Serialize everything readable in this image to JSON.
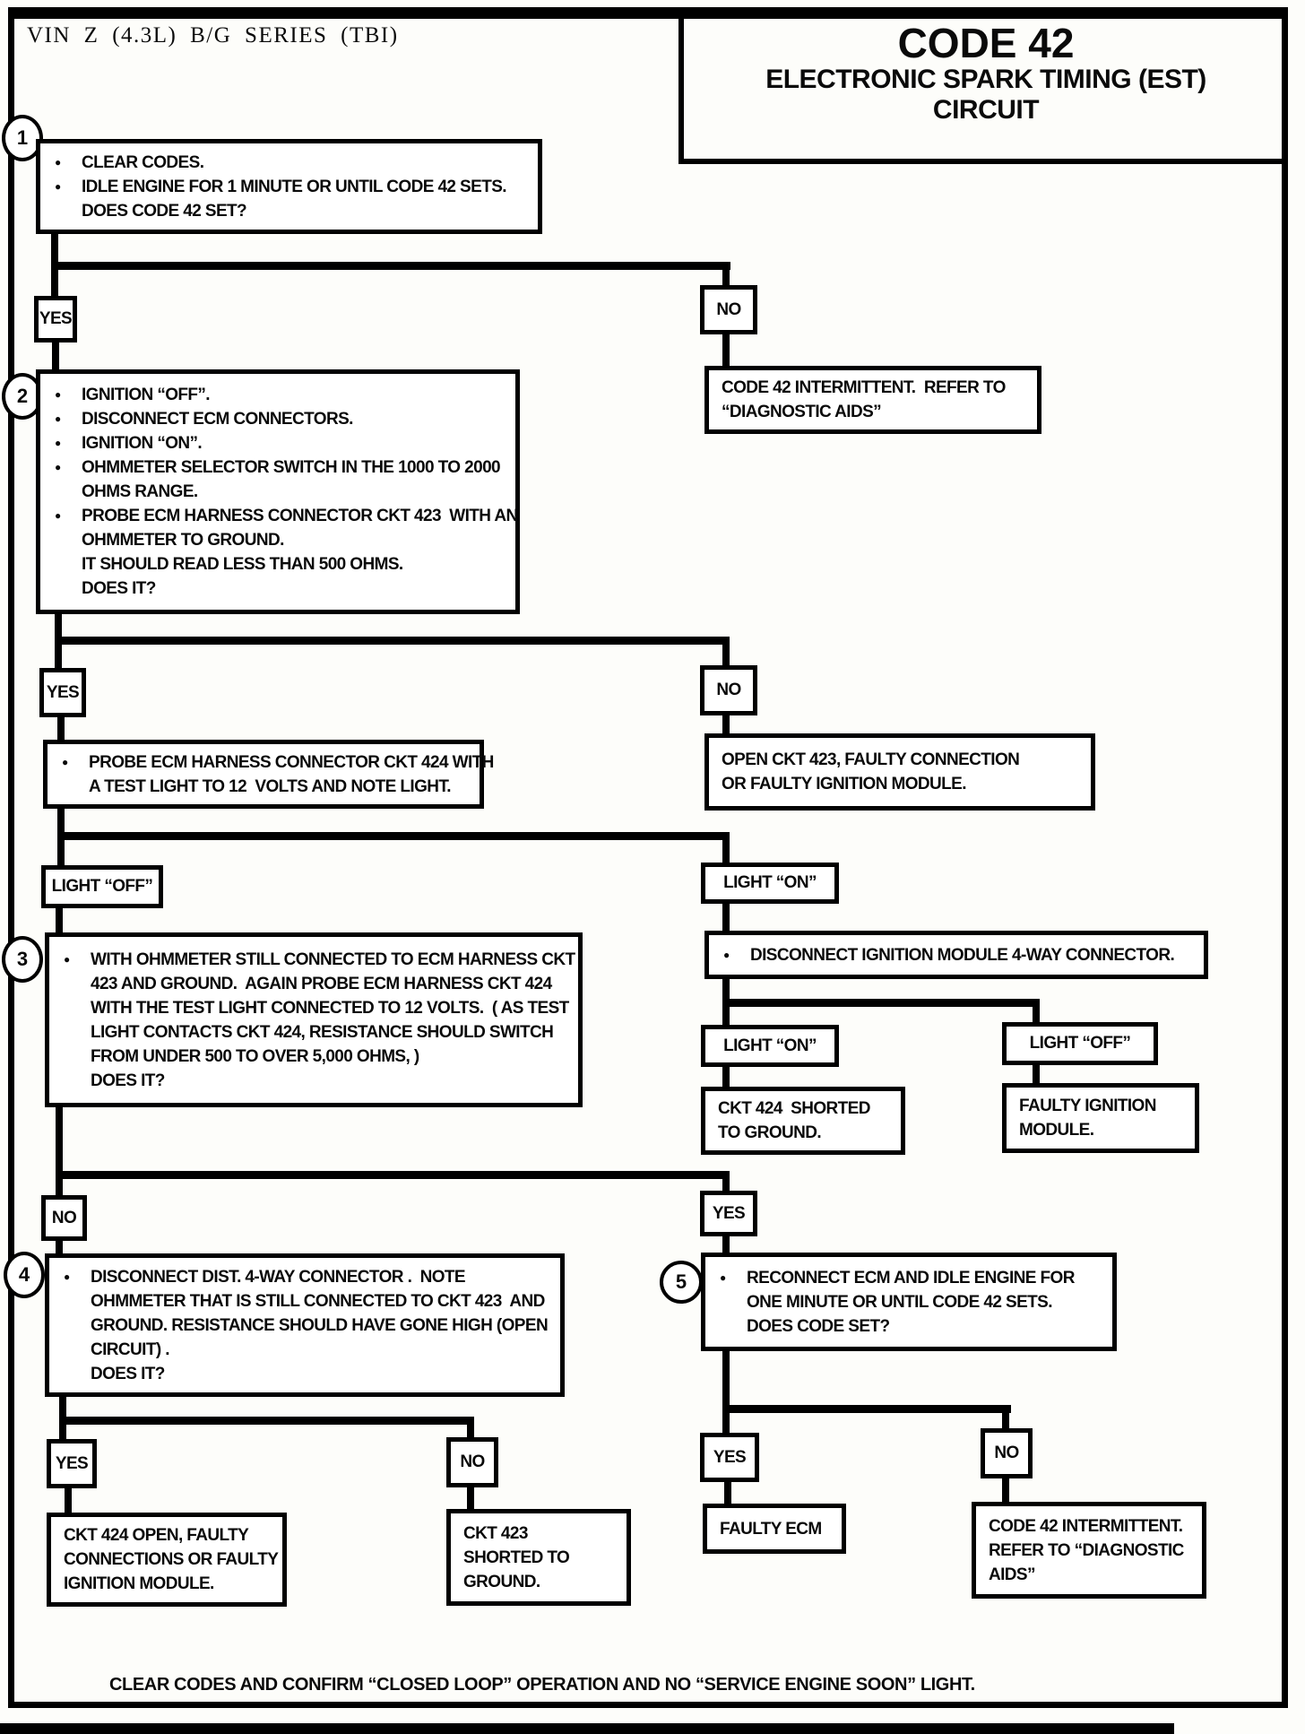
{
  "vin_series": "VIN Z (4.3L) B/G SERIES (TBI)",
  "header": {
    "title": "CODE 42",
    "subtitle_line1": "ELECTRONIC SPARK TIMING (EST)",
    "subtitle_line2": "CIRCUIT"
  },
  "labels": {
    "yes": "YES",
    "no": "NO",
    "light_on": "LIGHT “ON”",
    "light_off": "LIGHT “OFF”"
  },
  "steps": [
    {
      "number": "1",
      "lines": [
        {
          "b": 1,
          "t": "CLEAR CODES."
        },
        {
          "b": 1,
          "t": "IDLE ENGINE FOR 1 MINUTE OR UNTIL CODE 42 SETS."
        },
        {
          "b": 0,
          "t": "DOES CODE 42 SET?"
        }
      ]
    },
    {
      "number": "2",
      "lines": [
        {
          "b": 1,
          "t": "IGNITION “OFF”."
        },
        {
          "b": 1,
          "t": "DISCONNECT ECM CONNECTORS."
        },
        {
          "b": 1,
          "t": "IGNITION “ON”."
        },
        {
          "b": 1,
          "t": "OHMMETER SELECTOR SWITCH IN THE 1000 TO 2000"
        },
        {
          "b": 0,
          "t": "OHMS RANGE."
        },
        {
          "b": 1,
          "t": "PROBE ECM HARNESS CONNECTOR CKT 423  WITH AN"
        },
        {
          "b": 0,
          "t": "OHMMETER TO GROUND."
        },
        {
          "b": 0,
          "t": "IT SHOULD READ LESS THAN 500 OHMS."
        },
        {
          "b": 0,
          "t": "DOES IT?"
        }
      ]
    },
    {
      "number": "3",
      "lines": [
        {
          "b": 1,
          "t": "WITH OHMMETER STILL CONNECTED TO ECM HARNESS CKT"
        },
        {
          "b": 0,
          "t": "423 AND GROUND.  AGAIN PROBE ECM HARNESS CKT 424"
        },
        {
          "b": 0,
          "t": "WITH THE TEST LIGHT CONNECTED TO 12 VOLTS.  ( AS TEST"
        },
        {
          "b": 0,
          "t": "LIGHT CONTACTS CKT 424, RESISTANCE SHOULD SWITCH"
        },
        {
          "b": 0,
          "t": "FROM UNDER 500 TO OVER 5,000 OHMS, )"
        },
        {
          "b": 0,
          "t": "DOES IT?"
        }
      ]
    },
    {
      "number": "4",
      "lines": [
        {
          "b": 1,
          "t": "DISCONNECT DIST. 4-WAY CONNECTOR .  NOTE"
        },
        {
          "b": 0,
          "t": "OHMMETER THAT IS STILL CONNECTED TO CKT 423  AND"
        },
        {
          "b": 0,
          "t": "GROUND. RESISTANCE SHOULD HAVE GONE HIGH (OPEN"
        },
        {
          "b": 0,
          "t": "CIRCUIT) ."
        },
        {
          "b": 0,
          "t": "DOES IT?"
        }
      ]
    },
    {
      "number": "5",
      "lines": [
        {
          "b": 1,
          "t": "RECONNECT ECM AND IDLE ENGINE FOR"
        },
        {
          "b": 0,
          "t": "ONE MINUTE OR UNTIL CODE 42 SETS."
        },
        {
          "b": 0,
          "t": "DOES CODE SET?"
        }
      ]
    }
  ],
  "actions": {
    "probe_ckt424": {
      "lines": [
        {
          "b": 1,
          "t": "PROBE ECM HARNESS CONNECTOR CKT 424 WITH"
        },
        {
          "b": 0,
          "t": "A TEST LIGHT TO 12  VOLTS AND NOTE LIGHT."
        }
      ]
    },
    "disconnect_ignition_module": {
      "lines": [
        {
          "b": 1,
          "t": "DISCONNECT IGNITION MODULE 4-WAY CONNECTOR."
        }
      ]
    }
  },
  "results": {
    "code42_intermittent_top": {
      "lines": [
        {
          "b": 0,
          "t": "CODE 42 INTERMITTENT.  REFER TO"
        },
        {
          "b": 0,
          "t": "“DIAGNOSTIC AIDS”"
        }
      ]
    },
    "open_ckt423": {
      "lines": [
        {
          "b": 0,
          "t": "OPEN CKT 423, FAULTY CONNECTION"
        },
        {
          "b": 0,
          "t": "OR FAULTY IGNITION MODULE."
        }
      ]
    },
    "ckt424_shorted_to_ground": {
      "lines": [
        {
          "b": 0,
          "t": "CKT 424  SHORTED"
        },
        {
          "b": 0,
          "t": "TO GROUND."
        }
      ]
    },
    "faulty_ignition_module": {
      "lines": [
        {
          "b": 0,
          "t": "FAULTY IGNITION"
        },
        {
          "b": 0,
          "t": "MODULE."
        }
      ]
    },
    "ckt424_open": {
      "lines": [
        {
          "b": 0,
          "t": "CKT 424 OPEN, FAULTY"
        },
        {
          "b": 0,
          "t": "CONNECTIONS OR FAULTY"
        },
        {
          "b": 0,
          "t": "IGNITION MODULE."
        }
      ]
    },
    "ckt423_shorted_to_ground": {
      "lines": [
        {
          "b": 0,
          "t": "CKT 423"
        },
        {
          "b": 0,
          "t": "SHORTED TO"
        },
        {
          "b": 0,
          "t": "GROUND."
        }
      ]
    },
    "faulty_ecm": {
      "lines": [
        {
          "b": 0,
          "t": "FAULTY ECM"
        }
      ]
    },
    "code42_intermittent_bottom": {
      "lines": [
        {
          "b": 0,
          "t": "CODE 42 INTERMITTENT."
        },
        {
          "b": 0,
          "t": "REFER TO “DIAGNOSTIC"
        },
        {
          "b": 0,
          "t": "AIDS”"
        }
      ]
    }
  },
  "footer_note": "CLEAR CODES AND CONFIRM “CLOSED LOOP” OPERATION AND NO “SERVICE ENGINE SOON” LIGHT."
}
